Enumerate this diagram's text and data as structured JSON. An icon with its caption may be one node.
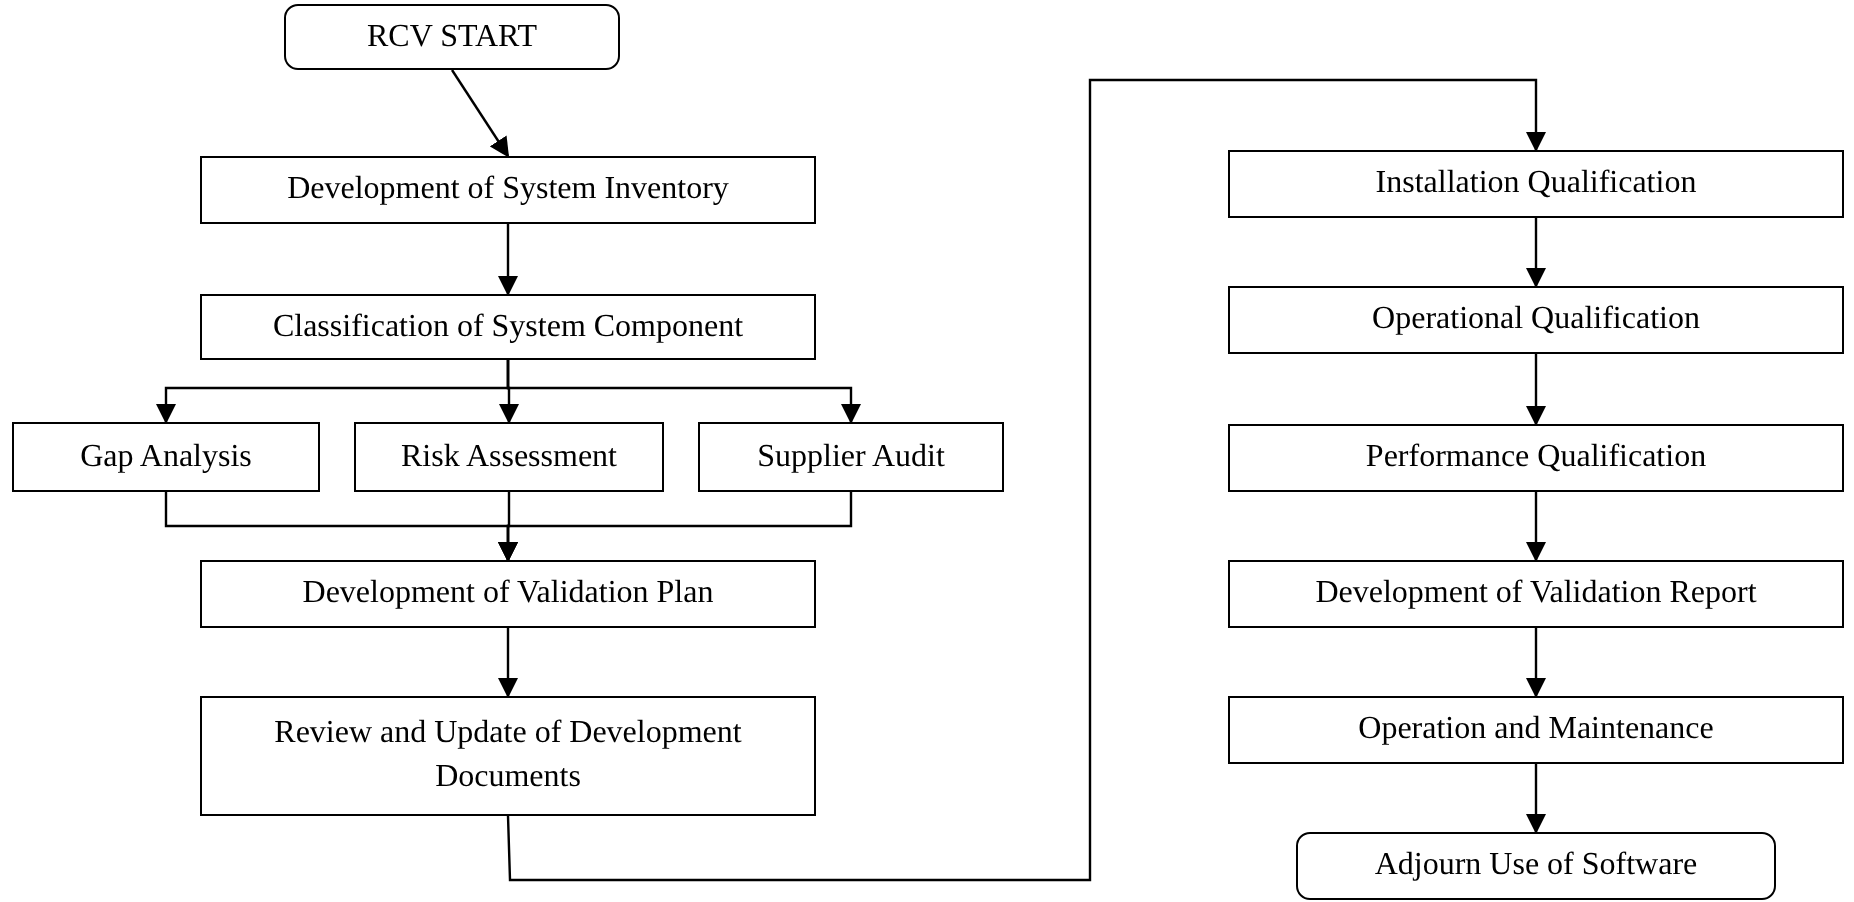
{
  "diagram": {
    "nodes": [
      {
        "text": [
          "RCV START"
        ]
      },
      {
        "text": [
          "Development of System Inventory"
        ]
      },
      {
        "text": [
          "Classification of System Component"
        ]
      },
      {
        "text": [
          "Gap Analysis"
        ]
      },
      {
        "text": [
          "Risk Assessment"
        ]
      },
      {
        "text": [
          "Supplier Audit"
        ]
      },
      {
        "text": [
          "Development of Validation Plan"
        ]
      },
      {
        "text": [
          "Review and Update of Development Documents"
        ]
      },
      {
        "text": [
          "Installation Qualification"
        ]
      },
      {
        "text": [
          "Operational Qualification"
        ]
      },
      {
        "text": [
          "Performance Qualification"
        ]
      },
      {
        "text": [
          "Development of Validation Report"
        ]
      },
      {
        "text": [
          "Operation and Maintenance"
        ]
      },
      {
        "text": [
          "Adjourn Use of Software"
        ]
      }
    ],
    "edges": [
      {
        "from": 0,
        "to": 1,
        "arrow": "to"
      },
      {
        "from": 1,
        "to": 2,
        "arrow": "to"
      },
      {
        "from": 2,
        "to": 3,
        "arrow": "to"
      },
      {
        "from": 2,
        "to": 4,
        "arrow": "to"
      },
      {
        "from": 2,
        "to": 5,
        "arrow": "to"
      },
      {
        "from": 3,
        "to": 6,
        "arrow": "to"
      },
      {
        "from": 4,
        "to": 6,
        "arrow": "to"
      },
      {
        "from": 5,
        "to": 6,
        "arrow": "to"
      },
      {
        "from": 6,
        "to": 7,
        "arrow": "to"
      },
      {
        "from": 7,
        "to": 8,
        "arrow": "to"
      },
      {
        "from": 8,
        "to": 9,
        "arrow": "to"
      },
      {
        "from": 9,
        "to": 10,
        "arrow": "to"
      },
      {
        "from": 10,
        "to": 11,
        "arrow": "to"
      },
      {
        "from": 11,
        "to": 12,
        "arrow": "to"
      },
      {
        "from": 12,
        "to": 13,
        "arrow": "to"
      }
    ]
  }
}
